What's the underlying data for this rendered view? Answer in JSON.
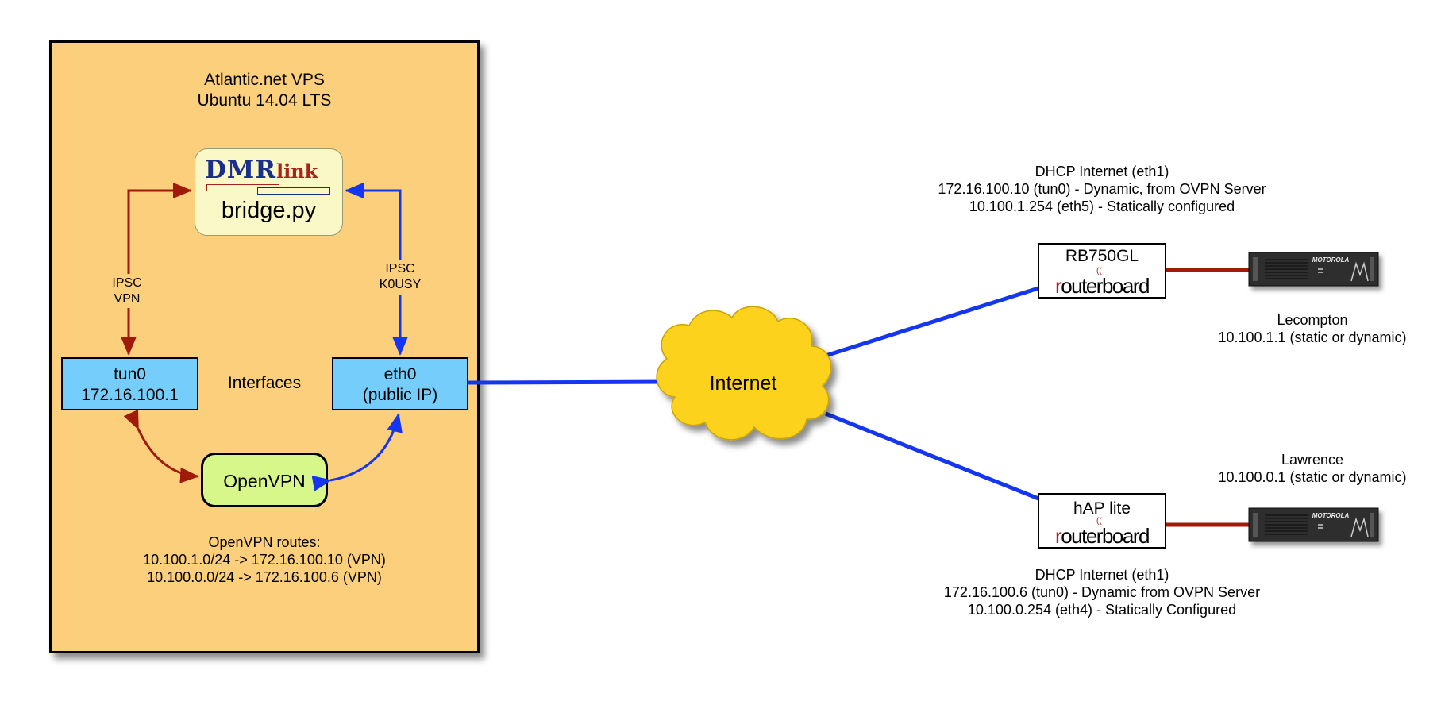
{
  "vps": {
    "title_line1": "Atlantic.net VPS",
    "title_line2": "Ubuntu 14.04 LTS",
    "background_color": "#FCCF7D"
  },
  "dmrlink": {
    "logo_dmr": "DMR",
    "logo_link": "link",
    "label": "bridge.py"
  },
  "ipsc_vpn": {
    "line1": "IPSC",
    "line2": "VPN"
  },
  "ipsc_k0usy": {
    "line1": "IPSC",
    "line2": "K0USY"
  },
  "tun0": {
    "line1": "tun0",
    "line2": "172.16.100.1"
  },
  "eth0": {
    "line1": "eth0",
    "line2": "(public IP)"
  },
  "interfaces_label": "Interfaces",
  "openvpn": {
    "label": "OpenVPN"
  },
  "routes": {
    "title": "OpenVPN routes:",
    "route1": "10.100.1.0/24 -> 172.16.100.10 (VPN)",
    "route2": "10.100.0.0/24 -> 172.16.100.6 (VPN)"
  },
  "internet": {
    "label": "Internet"
  },
  "rb750gl": {
    "label": "RB750GL",
    "brand": "routerboard",
    "info_line1": "DHCP Internet (eth1)",
    "info_line2": "172.16.100.10 (tun0) - Dynamic, from OVPN Server",
    "info_line3": "10.100.1.254 (eth5) - Statically configured"
  },
  "hap_lite": {
    "label": "hAP lite",
    "brand": "routerboard",
    "info_line1": "DHCP Internet (eth1)",
    "info_line2": "172.16.100.6 (tun0) - Dynamic from OVPN Server",
    "info_line3": "10.100.0.254 (eth4) - Statically Configured"
  },
  "lecompton": {
    "brand": "MOTOROLA",
    "name": "Lecompton",
    "address": "10.100.1.1 (static or dynamic)"
  },
  "lawrence": {
    "brand": "MOTOROLA",
    "name": "Lawrence",
    "address": "10.100.0.1 (static or dynamic)"
  },
  "colors": {
    "ipsc_vpn_arrow": "#A01A0A",
    "ipsc_k0usy_arrow": "#1436F0",
    "network_link": "#1436F0",
    "radio_link": "#A01A0A",
    "interface_box": "#74CDFA",
    "openvpn_box": "#D7F78A",
    "cloud": "#FCD21E",
    "dmrlink_box": "#FAF8C6"
  }
}
